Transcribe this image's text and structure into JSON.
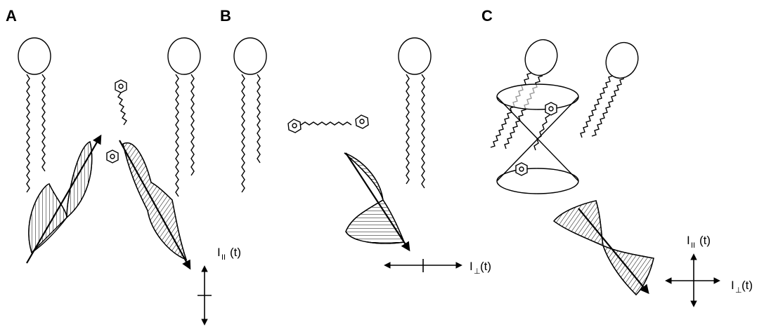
{
  "figure": {
    "panel_labels": [
      "A",
      "B",
      "C"
    ],
    "intensity_labels": {
      "parallel": {
        "base": "I",
        "sub": "II",
        "suffix": "(t)"
      },
      "perpendicular": {
        "base": "I",
        "sub": "⊥",
        "suffix": "(t)"
      }
    },
    "colors": {
      "ink": "#000000",
      "background": "#ffffff"
    }
  }
}
